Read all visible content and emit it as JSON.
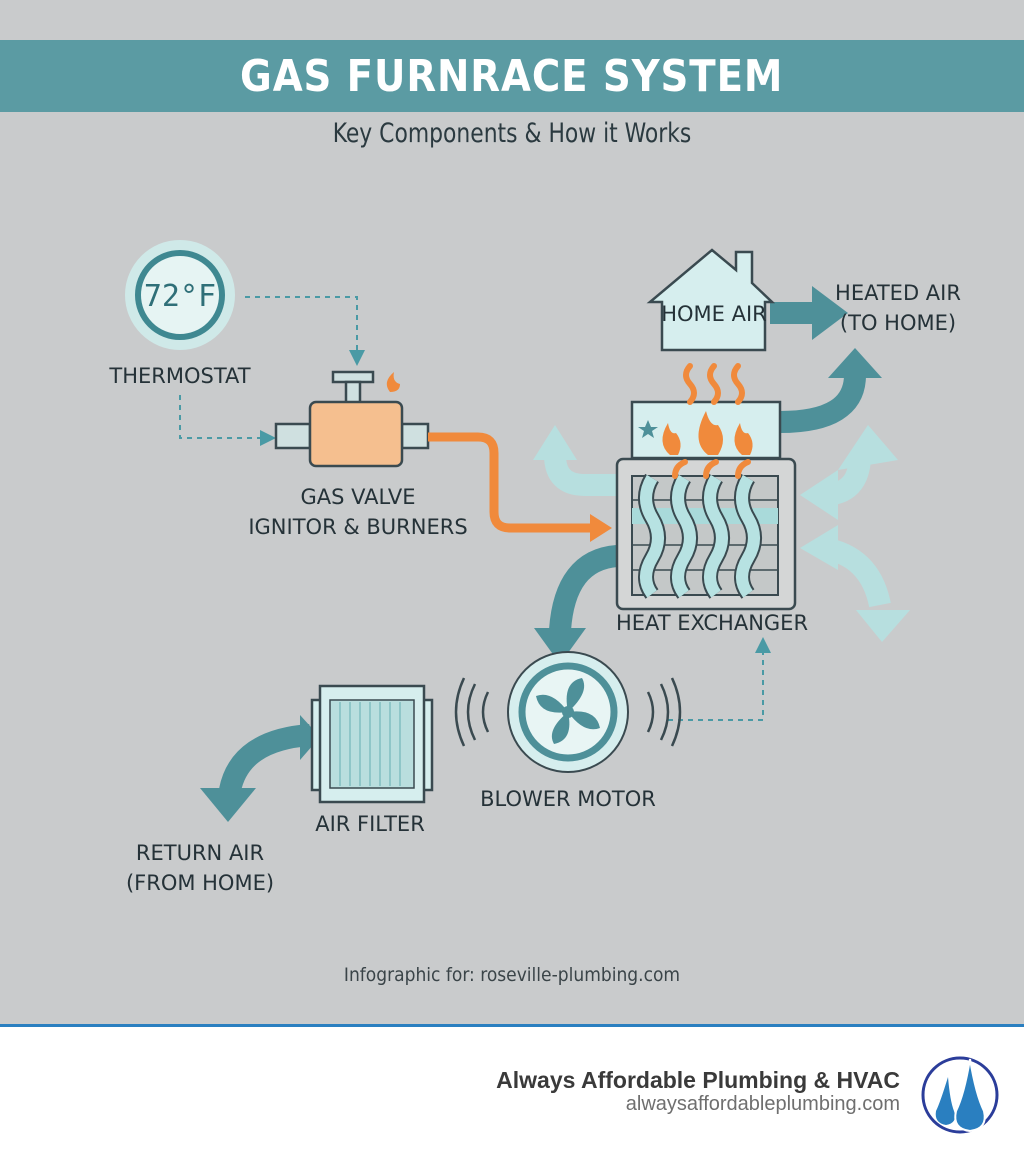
{
  "header": {
    "title": "GAS FURNRACE SYSTEM",
    "subtitle": "Key Components & How it Works"
  },
  "components": {
    "thermostat": {
      "reading": "72°F",
      "label": "THERMOSTAT"
    },
    "gas_valve": {
      "label_line1": "GAS VALVE",
      "label_line2": "IGNITOR & BURNERS"
    },
    "home": {
      "label": "HOME AIR"
    },
    "heated_air": {
      "label_line1": "HEATED AIR",
      "label_line2": "(TO HOME)"
    },
    "heat_exchanger": {
      "label": "HEAT EXCHANGER"
    },
    "blower": {
      "label": "BLOWER MOTOR"
    },
    "air_filter": {
      "label": "AIR FILTER"
    },
    "return_air": {
      "label_line1": "RETURN AIR",
      "label_line2": "(FROM HOME)"
    }
  },
  "credit": "Infographic for: roseville-plumbing.com",
  "footer": {
    "company": "Always Affordable Plumbing & HVAC",
    "website": "alwaysaffordableplumbing.com"
  },
  "colors": {
    "banner": "#5b9ba3",
    "dark_teal": "#4e9099",
    "light_teal": "#b7dfdf",
    "orange": "#f08a3c",
    "background": "#c9cbcc"
  }
}
